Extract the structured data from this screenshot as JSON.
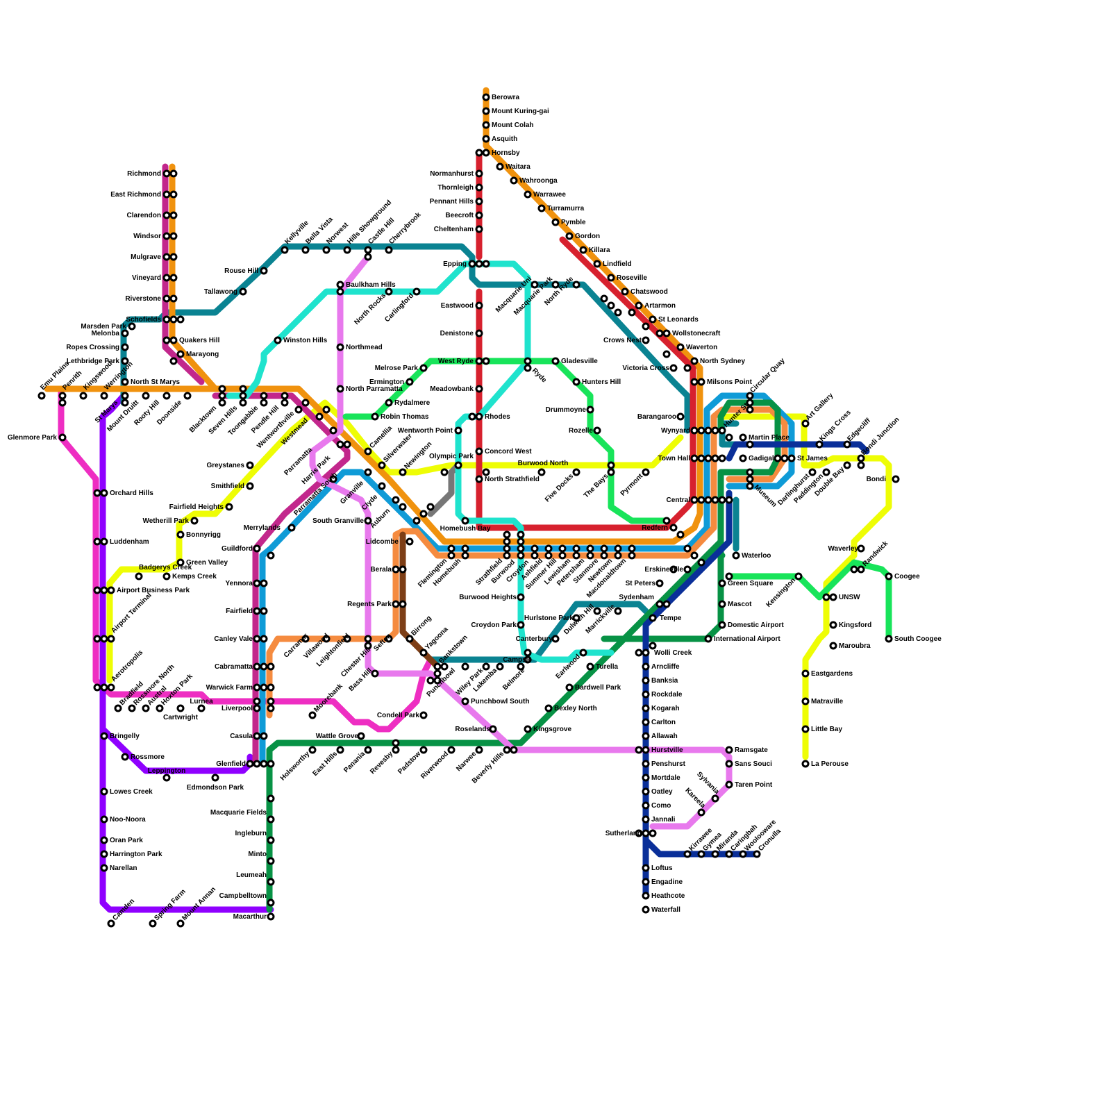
{
  "lines": [
    {
      "id": "t1",
      "color": "#f0920e"
    },
    {
      "id": "t2",
      "color": "#0f9bd7"
    },
    {
      "id": "t3",
      "color": "#f58b3f"
    },
    {
      "id": "t4",
      "color": "#0a2f99"
    },
    {
      "id": "t5",
      "color": "#c2278c"
    },
    {
      "id": "t6",
      "color": "#7d3e16"
    },
    {
      "id": "t7",
      "color": "#777777"
    },
    {
      "id": "t8",
      "color": "#079245"
    },
    {
      "id": "t9",
      "color": "#d7212e"
    },
    {
      "id": "m1",
      "color": "#0a8392"
    },
    {
      "id": "l1",
      "color": "#e7302f"
    },
    {
      "id": "lr-green",
      "color": "#18e45a"
    },
    {
      "id": "lr-yellow",
      "color": "#eefd05"
    },
    {
      "id": "lr-pink",
      "color": "#ee2ec2"
    },
    {
      "id": "lr-purple",
      "color": "#8f00ff"
    },
    {
      "id": "lr-aqua",
      "color": "#1fe3cd"
    },
    {
      "id": "lr-violet",
      "color": "#e879ed"
    }
  ],
  "stations": {
    "t1_north": [
      "Berowra",
      "Mount Kuring-gai",
      "Mount Colah",
      "Asquith",
      "Hornsby",
      "Waitara",
      "Wahroonga",
      "Warrawee",
      "Turramurra",
      "Pymble",
      "Gordon",
      "Killara",
      "Lindfield",
      "Roseville",
      "Chatswood",
      "Artarmon",
      "St Leonards",
      "Wollstonecraft",
      "Waverton",
      "North Sydney",
      "Milsons Point"
    ],
    "t1_west": [
      "Emu Plains",
      "Penrith",
      "Kingswood",
      "Werrington",
      "St Marys",
      "Mount Druitt",
      "Rooty Hill",
      "Doonside",
      "Blacktown",
      "Seven Hills",
      "Toongabbie",
      "Pendle Hill",
      "Wentworthville",
      "Westmead",
      "Parramatta",
      "Harris Park",
      "Granville",
      "Clyde",
      "Auburn",
      "Lidcombe",
      "Flemington",
      "Homebush",
      "Strathfield",
      "Burwood",
      "Croydon",
      "Ashfield",
      "Summer Hill",
      "Lewisham",
      "Petersham",
      "Stanmore",
      "Newtown",
      "Macdonaldtown",
      "Redfern"
    ],
    "t1_richmond": [
      "Richmond",
      "East Richmond",
      "Clarendon",
      "Windsor",
      "Mulgrave",
      "Vineyard",
      "Riverstone",
      "Schofields",
      "Quakers Hill",
      "Marayong"
    ],
    "t9": [
      "Normanhurst",
      "Thornleigh",
      "Pennant Hills",
      "Beecroft",
      "Cheltenham",
      "Epping",
      "Eastwood",
      "Denistone",
      "West Ryde",
      "Meadowbank",
      "Rhodes",
      "Concord West",
      "North Strathfield"
    ],
    "city": [
      "Wynyard",
      "Town Hall",
      "Central",
      "Circular Quay",
      "Martin Place",
      "Gadigal",
      "St James",
      "Museum",
      "Hunter St",
      "Barangaroo",
      "Victoria Cross",
      "Crows Nest",
      "Waterloo",
      "Kings Cross",
      "Edgecliff",
      "Bondi Junction",
      "Art Gallery"
    ],
    "m1": [
      "Rouse Hill",
      "Kellyville",
      "Bella Vista",
      "Norwest",
      "Hills Showground",
      "Castle Hill",
      "Cherrybrook",
      "Tallawong",
      "Macquarie Uni",
      "Macquarie Park",
      "North Ryde",
      "Sydenham",
      "Marrickville",
      "Dulwich Hill",
      "Hurlstone Park",
      "Canterbury",
      "Campsie",
      "Belmore",
      "Lakemba",
      "Wiley Park",
      "Punchbowl",
      "Bankstown"
    ],
    "t3": [
      "Liverpool",
      "Warwick Farm",
      "Cabramatta",
      "Carramar",
      "Villawood",
      "Leightonfield",
      "Chester Hill",
      "Sefton",
      "Regents Park",
      "Berala"
    ],
    "t2": [
      "Merrylands",
      "Guildford",
      "Yennora",
      "Fairfield",
      "Canley Vale",
      "Casula",
      "Glenfield",
      "Leppington",
      "Edmondson Park"
    ],
    "t8": [
      "Macarthur",
      "Campbelltown",
      "Leumeah",
      "Minto",
      "Ingleburn",
      "Macquarie Fields",
      "Holsworthy",
      "East Hills",
      "Panania",
      "Revesby",
      "Padstow",
      "Riverwood",
      "Narwee",
      "Beverly Hills",
      "Kingsgrove",
      "Bexley North",
      "Bardwell Park",
      "Turella",
      "Wolli Creek",
      "Tempe",
      "St Peters",
      "Erskineville",
      "Mascot",
      "Domestic Airport",
      "International Airport",
      "Green Square"
    ],
    "t4": [
      "Arncliffe",
      "Banksia",
      "Rockdale",
      "Kogarah",
      "Carlton",
      "Allawah",
      "Hurstville",
      "Penshurst",
      "Mortdale",
      "Oatley",
      "Como",
      "Jannali",
      "Sutherland",
      "Loftus",
      "Engadine",
      "Heathcote",
      "Waterfall",
      "Kirrawee",
      "Gymea",
      "Miranda",
      "Caringbah",
      "Woolooware",
      "Cronulla"
    ],
    "violet": [
      "Ramsgate",
      "Sans Souci",
      "Taren Point",
      "Sylvania",
      "Kareela",
      "Baulkham Hills",
      "Northmead",
      "North Parramatta",
      "South Granville",
      "Bass Hill",
      "Punchbowl South",
      "Roselands"
    ],
    "aqua": [
      "Winston Hills",
      "North Rocks",
      "Carlingford",
      "Ryde",
      "Wentworth Point",
      "Olympic Park",
      "Homebush Bay",
      "Burwood Heights",
      "Croydon Park",
      "Earlwood"
    ],
    "green_lr": [
      "Melrose Park",
      "Ermington",
      "Rydalmere",
      "Robin Thomas",
      "Camellia",
      "Silverwater",
      "Newington",
      "Gladesville",
      "Hunters Hill",
      "Drummoyne",
      "Rozelle",
      "The Bays",
      "Kensington",
      "UNSW",
      "Coogee",
      "South Coogee"
    ],
    "yellow_lr": [
      "Greystanes",
      "Smithfield",
      "Fairfield Heights",
      "Wetherill Park",
      "Bonnyrigg",
      "Green Valley",
      "Kemps Creek",
      "Badgerys Creek",
      "Airport Business Park",
      "Airport Terminal",
      "Aerotropolis",
      "Burwood North",
      "Five Docks",
      "Pyrmont",
      "Darlinghurst",
      "Paddington",
      "Double Bay",
      "Bondi",
      "Waverley",
      "Randwick",
      "Kingsford",
      "Maroubra",
      "Eastgardens",
      "Matraville",
      "Little Bay",
      "La Perouse"
    ],
    "pink_lr": [
      "Glenmore Park",
      "Orchard Hills",
      "Luddenham",
      "Bradfield",
      "Rossmore North",
      "Austral",
      "Hoxton Park",
      "Cartwright",
      "Lurnea",
      "Moorebank",
      "Wattle Grove",
      "Condell Park",
      "Birrong",
      "Yagoona",
      "Bringelly",
      "Rossmore",
      "Lowes Creek",
      "Noo-Noora",
      "Oran Park",
      "Harrington Park",
      "Narellan",
      "Camden",
      "Spring Farm",
      "Mount Annan",
      "Melonba",
      "Marsden Park",
      "Ropes Crossing",
      "Lethbridge Park",
      "North St Marys",
      "Parramatta South"
    ]
  }
}
